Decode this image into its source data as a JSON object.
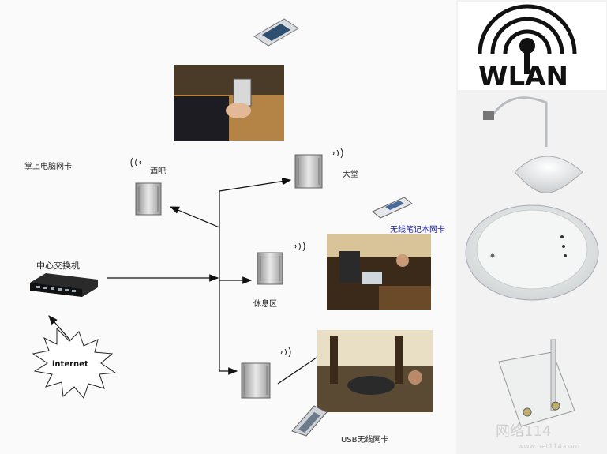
{
  "labels": {
    "handheld_card": "掌上电脑网卡",
    "bar": "酒吧",
    "lobby": "大堂",
    "wireless_notebook_card": "无线笔记本网卡",
    "central_switch": "中心交换机",
    "lounge": "休息区",
    "internet": "internet",
    "usb_card": "USB无线网卡"
  },
  "wlan_logo_text": "WLAN",
  "watermark": "网络114",
  "watermark_url": "www.net114.com"
}
